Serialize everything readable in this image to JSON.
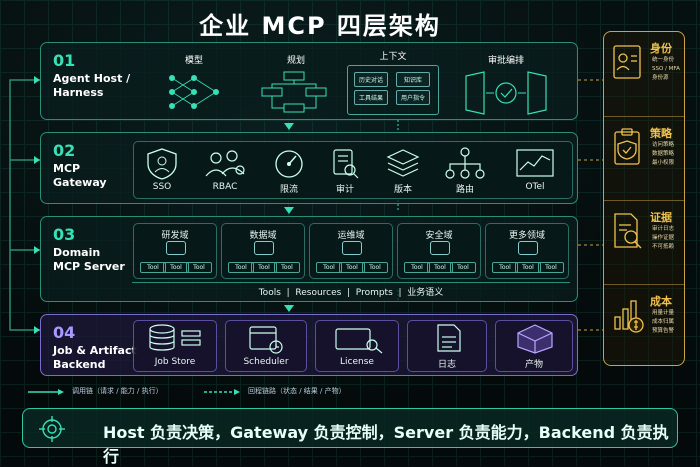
{
  "title": "企业 MCP 四层架构",
  "layers": [
    {
      "num": "01",
      "name": "Agent Host /\nHarness",
      "stages": [
        "模型",
        "规划",
        "上下文",
        "审批编排"
      ],
      "context_items": [
        "历史对话",
        "知识库",
        "工具结果",
        "用户指令"
      ]
    },
    {
      "num": "02",
      "name": "MCP\nGateway",
      "items": [
        "SSO",
        "RBAC",
        "限流",
        "审计",
        "版本",
        "路由",
        "OTel"
      ]
    },
    {
      "num": "03",
      "name": "Domain\nMCP Server",
      "domains": [
        "研发域",
        "数据域",
        "运维域",
        "安全域",
        "更多领域"
      ],
      "tool_label": "Tool",
      "tabs": "Tools  |  Resources  |  Prompts  |  业务语义"
    },
    {
      "num": "04",
      "name": "Job & Artifact\nBackend",
      "items": [
        "Job Store",
        "Scheduler",
        "License",
        "日志",
        "产物"
      ]
    }
  ],
  "right_panel": [
    {
      "name": "身份",
      "desc": "统一身份\nSSO / MFA\n身份源"
    },
    {
      "name": "策略",
      "desc": "访问策略\n数据策略\n最小权限"
    },
    {
      "name": "证据",
      "desc": "审计日志\n操作证据\n不可抵赖"
    },
    {
      "name": "成本",
      "desc": "用量计量\n成本归属\n预算告警"
    }
  ],
  "legend": {
    "solid": "调用链（请求 / 能力 / 执行）",
    "dashed": "回程链路（状态 / 结果 / 产物）"
  },
  "banner": "Host 负责决策，Gateway 负责控制，Server 负责能力，Backend 负责执行",
  "colors": {
    "accent": "#37e0b5",
    "gold": "#f1c24d",
    "purple": "#a899ff"
  }
}
